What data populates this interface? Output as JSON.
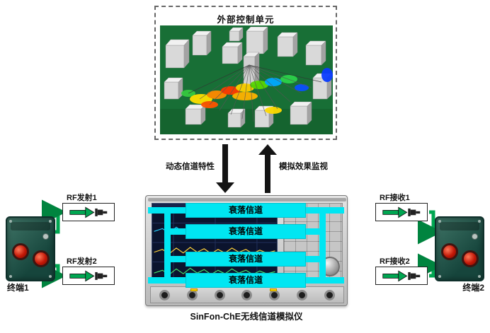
{
  "control_unit": {
    "title": "外部控制单元"
  },
  "links": {
    "down_arrow_label": "动态信道特性",
    "up_arrow_label": "模拟效果监视"
  },
  "emulator": {
    "name": "SinFon-ChE无线信道模拟仪",
    "channels": [
      {
        "label": "衰落信道"
      },
      {
        "label": "衰落信道"
      },
      {
        "label": "衰落信道"
      },
      {
        "label": "衰落信道"
      }
    ]
  },
  "ports": {
    "tx1": {
      "label": "RF发射1"
    },
    "tx2": {
      "label": "RF发射2"
    },
    "rx1": {
      "label": "RF接收1"
    },
    "rx2": {
      "label": "RF接收2"
    }
  },
  "terminals": {
    "left": {
      "label": "终端1"
    },
    "right": {
      "label": "终端2"
    }
  },
  "icons": {
    "rf_connector": "coax-plug",
    "signal_direction": "right-arrow",
    "control_link_down": "down-arrow",
    "control_link_up": "up-arrow"
  },
  "colors": {
    "channel_fill": "#00E6F2",
    "rf_green": "#00A651",
    "arrow_black": "#141414",
    "terminal_body": "#2E5F52",
    "terminal_port": "#C21807",
    "scene_background": "#186F36"
  }
}
